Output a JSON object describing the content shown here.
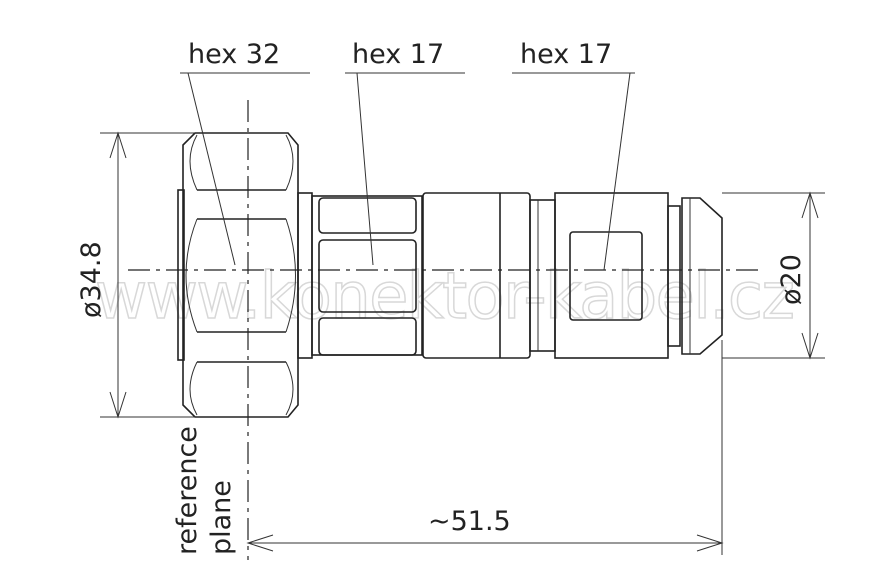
{
  "labels": {
    "hex_a": "hex 32",
    "hex_b": "hex 17",
    "hex_c": "hex 17"
  },
  "dimensions": {
    "outer_diameter": "ø34.8",
    "body_diameter": "ø20",
    "length": "~51.5"
  },
  "reference": {
    "line1": "reference",
    "line2": "plane"
  },
  "watermark": "www.konektor-kabel.cz"
}
